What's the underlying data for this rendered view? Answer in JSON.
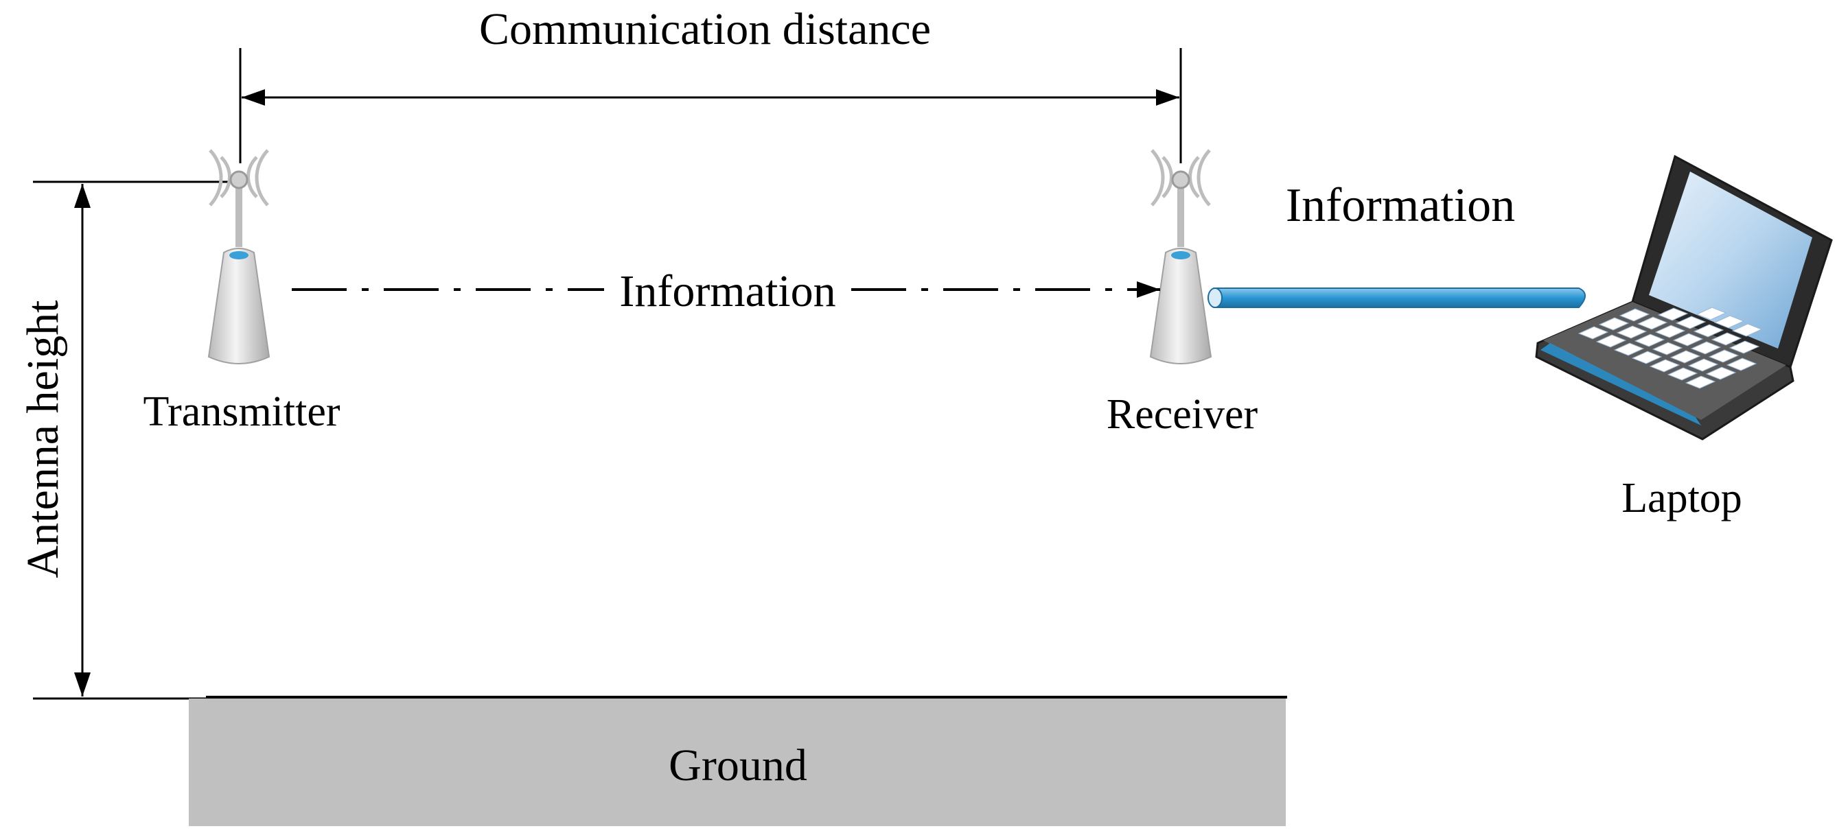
{
  "labels": {
    "communication_distance": "Communication distance",
    "antenna_height": "Antenna height",
    "transmitter": "Transmitter",
    "receiver": "Receiver",
    "laptop": "Laptop",
    "information_link": "Information",
    "information_wired": "Information",
    "ground": "Ground"
  },
  "colors": {
    "ground_fill": "#c0c0c0",
    "cable": "#2a97d4",
    "antenna_body": "#d8d8d8",
    "antenna_led": "#3aa0d8",
    "line": "#000000"
  },
  "icons": [
    "antenna-icon",
    "laptop-icon"
  ]
}
